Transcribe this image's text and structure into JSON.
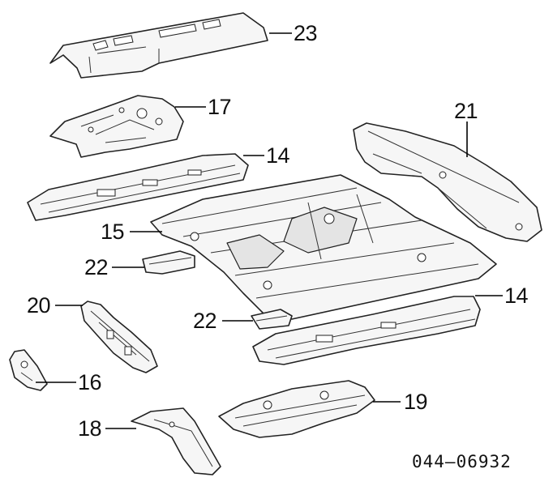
{
  "callouts": [
    {
      "id": "23",
      "label": "23"
    },
    {
      "id": "17",
      "label": "17"
    },
    {
      "id": "14a",
      "label": "14"
    },
    {
      "id": "21",
      "label": "21"
    },
    {
      "id": "15",
      "label": "15"
    },
    {
      "id": "22a",
      "label": "22"
    },
    {
      "id": "20",
      "label": "20"
    },
    {
      "id": "14b",
      "label": "14"
    },
    {
      "id": "22b",
      "label": "22"
    },
    {
      "id": "16",
      "label": "16"
    },
    {
      "id": "19",
      "label": "19"
    },
    {
      "id": "18",
      "label": "18"
    }
  ],
  "diagram_code": "044–06932"
}
